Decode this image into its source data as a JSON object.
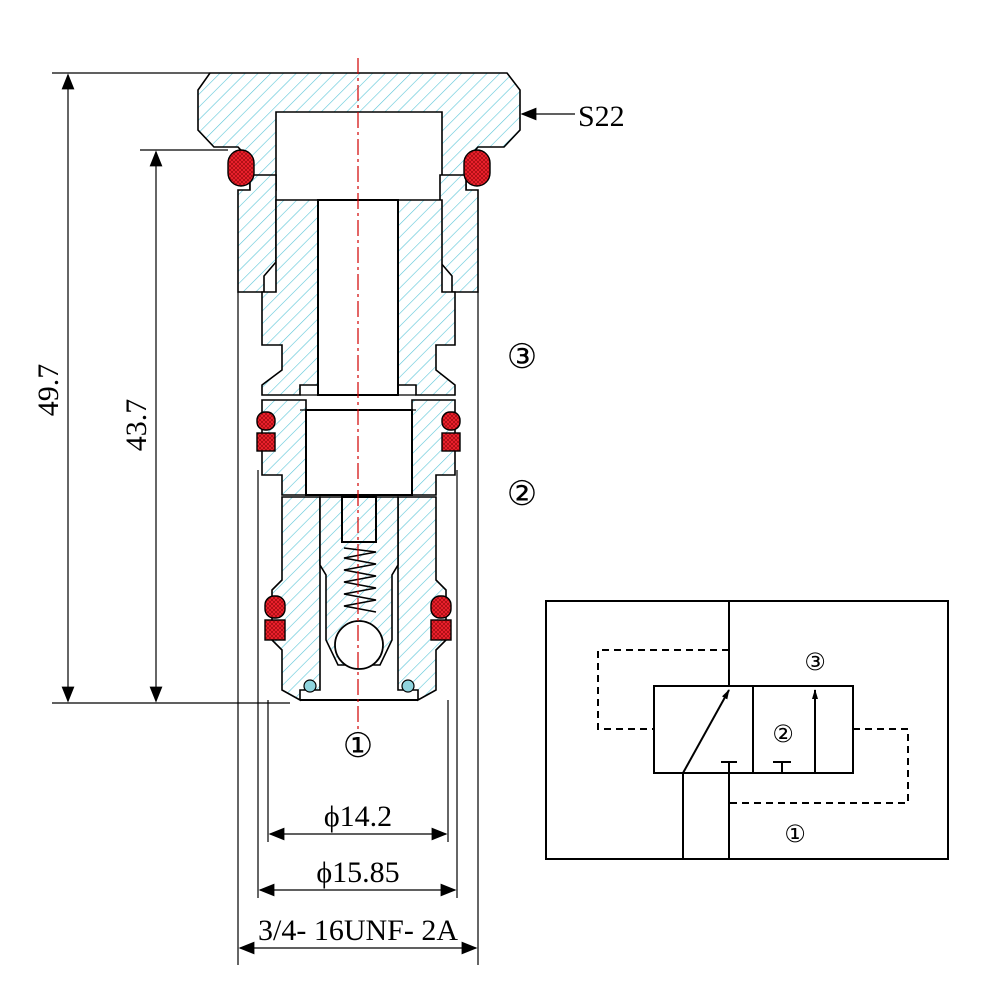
{
  "dimensions": {
    "overall_length": "49.7",
    "insert_length": "43.7",
    "dia_small": "ϕ14.2",
    "dia_large": "ϕ15.85",
    "thread": "3/4- 16UNF- 2A",
    "hex": "S22"
  },
  "ports": {
    "port1": "①",
    "port2": "②",
    "port3": "③"
  },
  "schematic": {
    "port1": "①",
    "port2": "②",
    "port3": "③"
  },
  "colors": {
    "hatch": "#5bc6d8",
    "oring": "#e8202c",
    "centerline": "#d00000"
  }
}
